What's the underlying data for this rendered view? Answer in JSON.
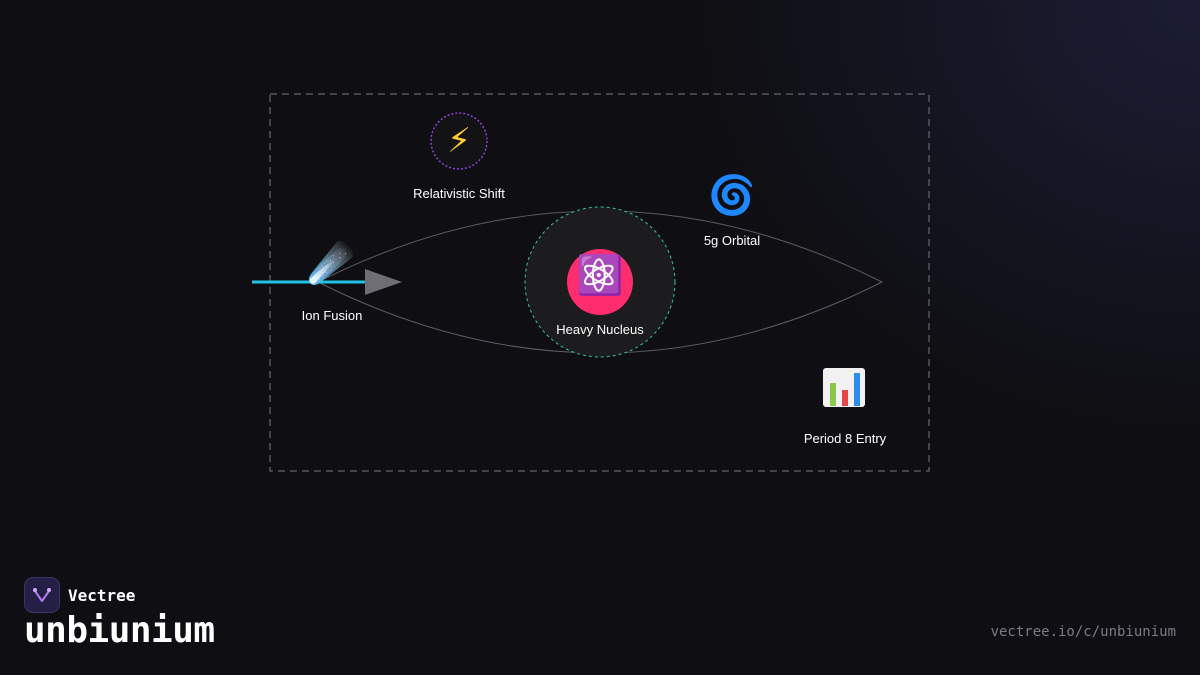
{
  "diagram": {
    "nodes": {
      "relativistic": {
        "label": "Relativistic Shift",
        "icon": "⚡",
        "icon_name": "lightning-icon"
      },
      "orbital": {
        "label": "5g Orbital",
        "icon": "🌀",
        "icon_name": "cyclone-icon"
      },
      "ion_fusion": {
        "label": "Ion Fusion",
        "icon": "☄️",
        "icon_name": "comet-icon"
      },
      "nucleus": {
        "label": "Heavy Nucleus",
        "icon": "⚛️",
        "icon_name": "atom-icon"
      },
      "period8": {
        "label": "Period 8 Entry",
        "icon": "📊",
        "icon_name": "bar-chart-icon"
      }
    },
    "colors": {
      "accent_cyan": "#22c3e6",
      "nucleus_pink": "#ff2d6e",
      "ring_teal": "#2fc4a0",
      "ring_purple": "#8b3fd9",
      "frame_dash": "#55555c"
    }
  },
  "brand": {
    "name": "Vectree"
  },
  "page": {
    "title": "unbiunium",
    "url": "vectree.io/c/unbiunium"
  }
}
